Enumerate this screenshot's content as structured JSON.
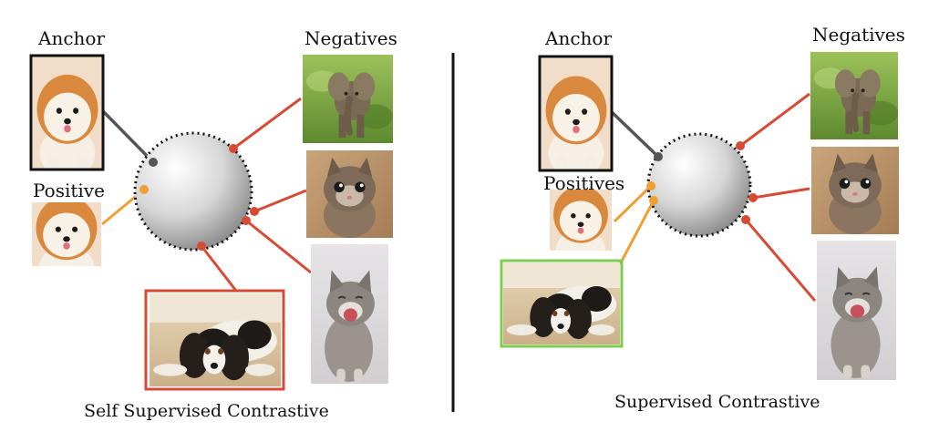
{
  "left_panel": {
    "anchor_label": "Anchor",
    "positive_label": "Positive",
    "negatives_label": "Negatives",
    "caption": "Self Supervised Contrastive"
  },
  "right_panel": {
    "anchor_label": "Anchor",
    "positive_label": "Positives",
    "negatives_label": "Negatives",
    "caption": "Supervised Contrastive"
  },
  "colors": {
    "anchor_line": "#555555",
    "positive_line": "#f0a030",
    "negative_line": "#d94a34",
    "anchor_frame": "#111111",
    "negative_frame": "#d94a34",
    "positive_frame": "#7ccc50"
  },
  "icons": {
    "anchor_image": "pomeranian-dog-photo",
    "positive_image": "pomeranian-dog-photo",
    "negative_1": "elephant-photo",
    "negative_2": "kitten-photo",
    "negative_3": "kitten-yawning-photo",
    "dog_image": "cavalier-spaniel-photo"
  }
}
